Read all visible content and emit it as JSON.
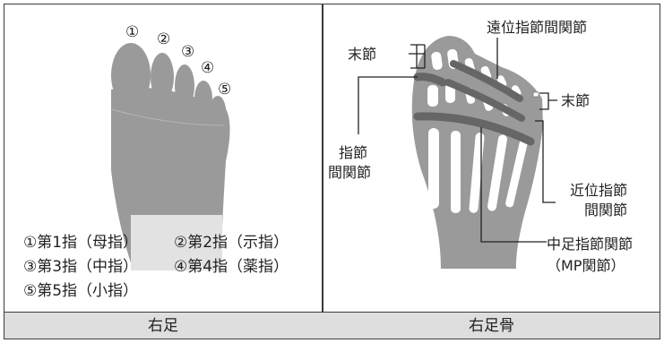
{
  "left_panel": {
    "caption": "右足",
    "toe_markers": [
      "①",
      "②",
      "③",
      "④",
      "⑤"
    ],
    "legend": [
      "①第1指（母指）",
      "②第2指（示指）",
      "③第3指（中指）",
      "④第4指（薬指）",
      "⑤第5指（小指）"
    ]
  },
  "right_panel": {
    "caption": "右足骨",
    "labels": {
      "distal_phalanx_left": "末節",
      "dip": "遠位指節間関節",
      "distal_phalanx_right": "末節",
      "ip_line1": "指節",
      "ip_line2": "間関節",
      "pip_line1": "近位指節",
      "pip_line2": "間関節",
      "mp_line1": "中足指節関節",
      "mp_line2": "（MP関節）"
    }
  },
  "colors": {
    "foot_gray": "#9a9a9a",
    "bone_gray": "#9a9a9a",
    "joint_band": "#666666",
    "caption_bg": "#dedede",
    "border": "#3a3a3a"
  }
}
